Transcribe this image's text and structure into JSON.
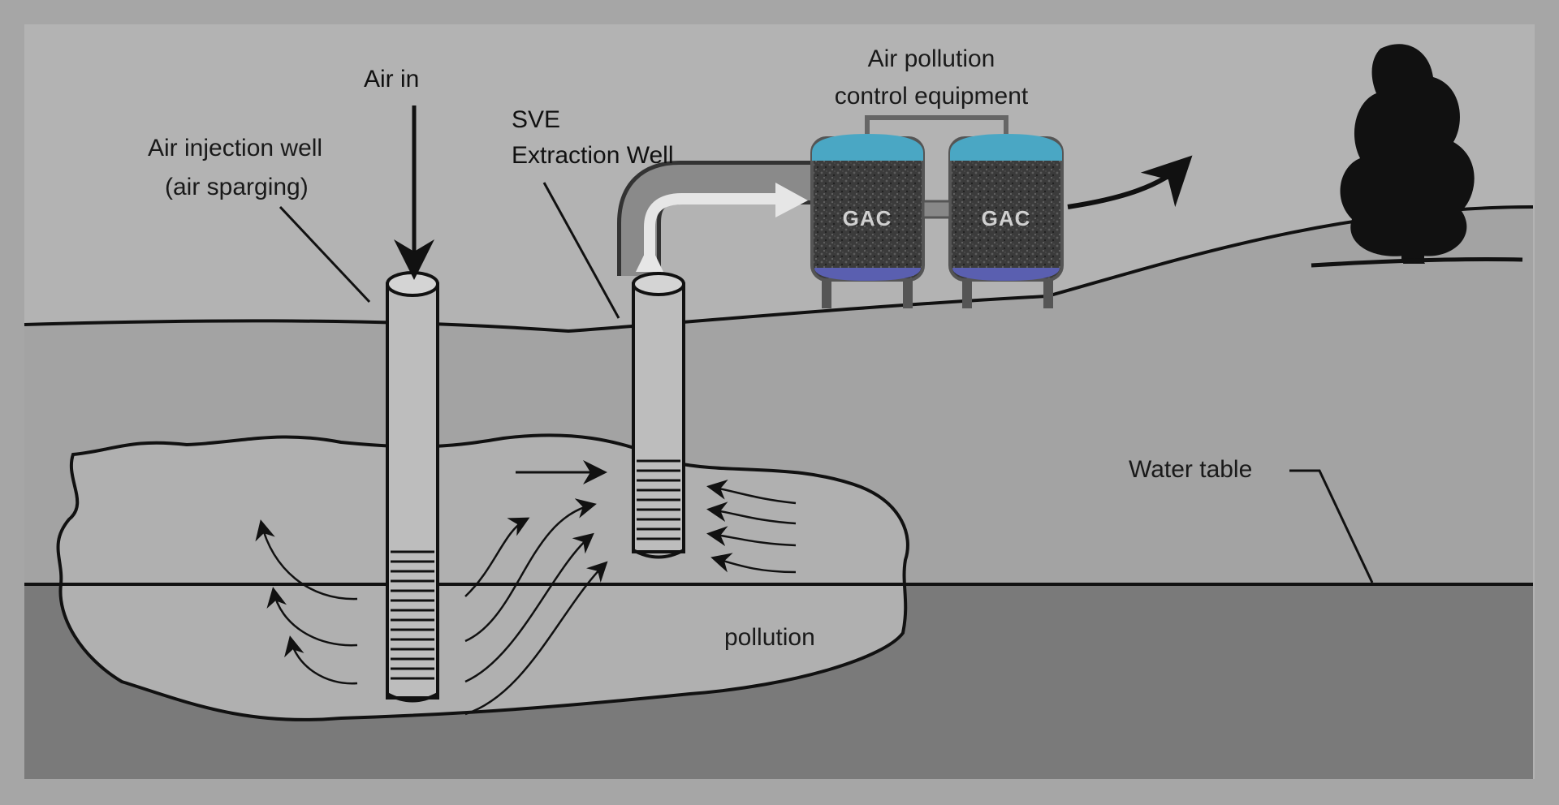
{
  "labels": {
    "air_in": "Air in",
    "injection_well_line1": "Air injection well",
    "injection_well_line2": "(air sparging)",
    "sve_line1": "SVE",
    "sve_line2": "Extraction Well",
    "control_line1": "Air pollution",
    "control_line2": "control equipment",
    "water_table": "Water table",
    "pollution": "pollution",
    "gac_left": "GAC",
    "gac_right": "GAC"
  },
  "colors": {
    "frame": "#a6a6a6",
    "sky": "#b3b3b3",
    "unsaturated_soil": "#a3a3a3",
    "saturated_zone": "#7a7a7a",
    "pollution_plume": "#b0b0b0",
    "tank_top": "#4aa7c4",
    "tank_bottom": "#5a5fb0",
    "tank_media": "#3a3a3a",
    "tree": "#111111"
  }
}
